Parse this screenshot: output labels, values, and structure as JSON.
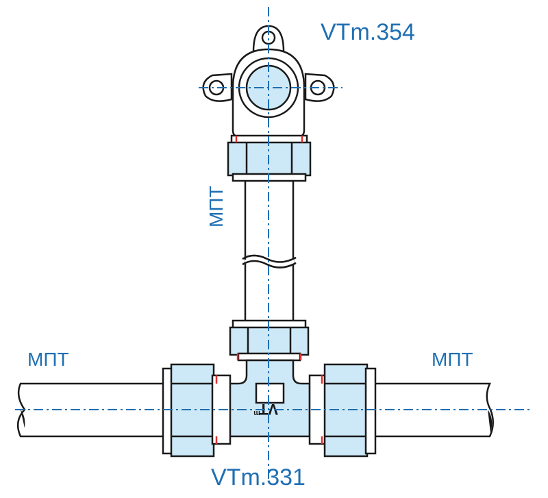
{
  "labels": {
    "top_fitting": "VTm.354",
    "bottom_fitting": "VTm.331",
    "pipe_left": "МПТ",
    "pipe_right": "МПТ",
    "pipe_vertical": "МПТ",
    "brand_mark": "VT",
    "brand_mark_sub": "m"
  },
  "colors": {
    "fitting_fill": "#cde8f6",
    "outline": "#1a1a1a",
    "axis_line": "#1f6fb3",
    "seal_accent": "#e03030"
  }
}
